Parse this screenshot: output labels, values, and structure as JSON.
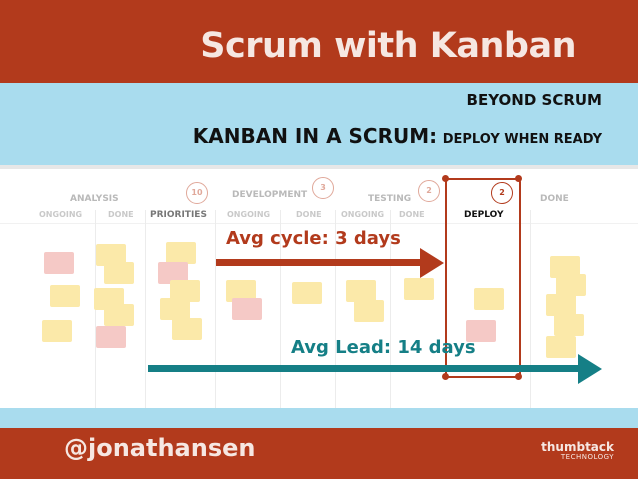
{
  "title": "Scrum with Kanban",
  "kicker": "BEYOND SCRUM",
  "headline": {
    "main": "KANBAN IN A SCRUM:",
    "sub": "DEPLOY WHEN READY"
  },
  "board": {
    "columns": [
      {
        "label": "ANALYSIS",
        "wip": null,
        "sub": [
          "ONGOING",
          "DONE"
        ]
      },
      {
        "label": "",
        "wip": "10",
        "sub": [
          "PRIORITIES"
        ]
      },
      {
        "label": "DEVELOPMENT",
        "wip": "3",
        "sub": [
          "ONGOING",
          "DONE"
        ]
      },
      {
        "label": "TESTING",
        "wip": "2",
        "sub": [
          "ONGOING",
          "DONE"
        ]
      },
      {
        "label": "",
        "wip": "2",
        "sub": [
          "DEPLOY"
        ]
      },
      {
        "label": "DONE",
        "wip": null,
        "sub": []
      }
    ]
  },
  "annotations": {
    "cycle": "Avg cycle: 3 days",
    "lead": "Avg Lead: 14 days"
  },
  "footer": {
    "handle": "@jonathansen",
    "logo_line1": "thumbtack",
    "logo_line2": "TECHNOLOGY"
  },
  "colors": {
    "brand": "#b23a1c",
    "blue": "#a9dcee",
    "teal": "#157f86",
    "sticky_yellow": "#fbe9a9",
    "sticky_pink": "#f5c9c6"
  }
}
